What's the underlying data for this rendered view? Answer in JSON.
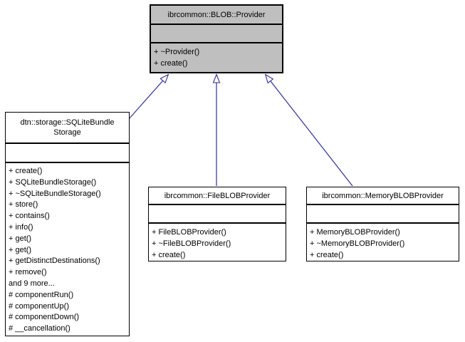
{
  "colors": {
    "edge": "#2e2e96",
    "highlight_fill": "#bfbfbf",
    "box_fill": "#ffffff",
    "border": "#000000"
  },
  "classes": {
    "provider": {
      "title_lines": [
        "ibrcommon::BLOB::Provider"
      ],
      "members": [
        "+ ~Provider()",
        "+ create()"
      ]
    },
    "sqlite": {
      "title_lines": [
        "dtn::storage::SQLiteBundle",
        "Storage"
      ],
      "members": [
        "+ create()",
        "+ SQLiteBundleStorage()",
        "+ ~SQLiteBundleStorage()",
        "+ store()",
        "+ contains()",
        "+ info()",
        "+ get()",
        "+ get()",
        "+ getDistinctDestinations()",
        "+ remove()",
        "and 9 more...",
        "# componentRun()",
        "# componentUp()",
        "# componentDown()",
        "# __cancellation()"
      ]
    },
    "file": {
      "title_lines": [
        "ibrcommon::FileBLOBProvider"
      ],
      "members": [
        "+ FileBLOBProvider()",
        "+ ~FileBLOBProvider()",
        "+ create()"
      ]
    },
    "memory": {
      "title_lines": [
        "ibrcommon::MemoryBLOBProvider"
      ],
      "members": [
        "+ MemoryBLOBProvider()",
        "+ ~MemoryBLOBProvider()",
        "+ create()"
      ]
    }
  },
  "edges": [
    {
      "from": "dtn::storage::SQLiteBundleStorage",
      "to": "ibrcommon::BLOB::Provider",
      "type": "inheritance"
    },
    {
      "from": "ibrcommon::FileBLOBProvider",
      "to": "ibrcommon::BLOB::Provider",
      "type": "inheritance"
    },
    {
      "from": "ibrcommon::MemoryBLOBProvider",
      "to": "ibrcommon::BLOB::Provider",
      "type": "inheritance"
    }
  ]
}
